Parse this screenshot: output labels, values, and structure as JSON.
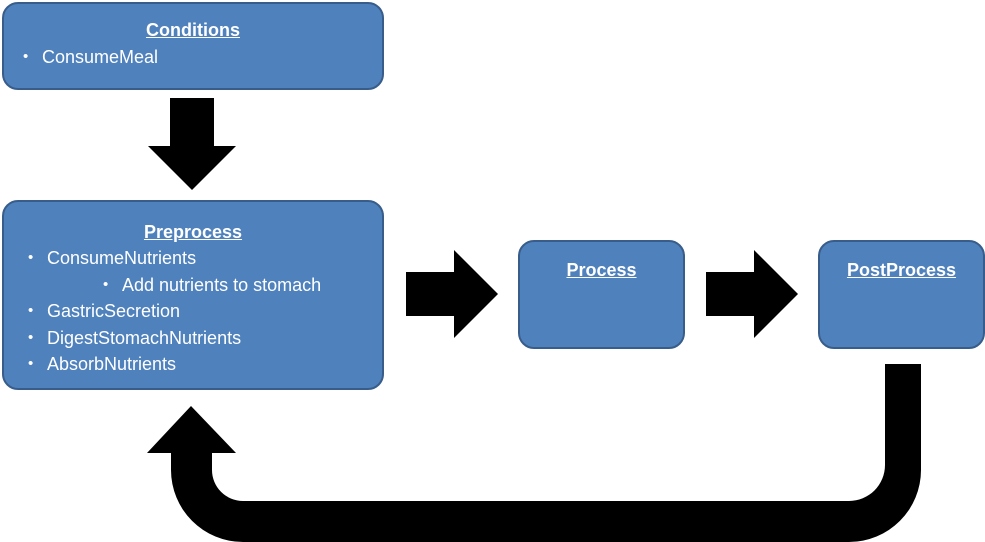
{
  "diagram": {
    "colors": {
      "box_fill": "#4f81bd",
      "box_border": "#385d8a",
      "box_text": "#ffffff",
      "arrow": "#000000"
    },
    "conditions": {
      "title": "Conditions",
      "items": [
        "ConsumeMeal"
      ]
    },
    "preprocess": {
      "title": "Preprocess",
      "items": [
        {
          "label": "ConsumeNutrients",
          "level": 1
        },
        {
          "label": "Add nutrients to stomach",
          "level": 2
        },
        {
          "label": "GastricSecretion",
          "level": 1
        },
        {
          "label": "DigestStomachNutrients",
          "level": 1
        },
        {
          "label": "AbsorbNutrients",
          "level": 1
        }
      ]
    },
    "process": {
      "title": "Process"
    },
    "postprocess": {
      "title": "PostProcess"
    }
  }
}
